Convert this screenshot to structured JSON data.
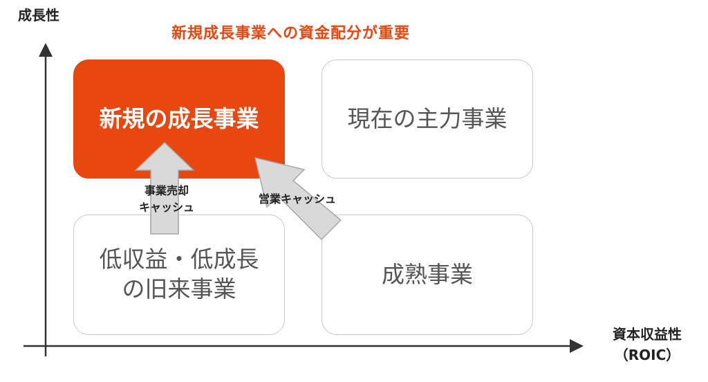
{
  "diagram": {
    "y_axis_label": "成長性",
    "x_axis_label_line1": "資本収益性",
    "x_axis_label_line2": "（ROIC）",
    "headline": "新規成長事業への資金配分が重要",
    "quadrants": {
      "top_left": "新規の成長事業",
      "top_right": "現在の主力事業",
      "bottom_left": "低収益・低成長\nの旧来事業",
      "bottom_right": "成熟事業"
    },
    "arrows": {
      "sale_cash": "事業売却\nキャッシュ",
      "operating_cash": "営業キャッシュ"
    },
    "colors": {
      "accent": "#e8470f",
      "arrow_fill": "#d9d9d9",
      "arrow_stroke": "#a6a6a6",
      "axis": "#333333"
    }
  }
}
